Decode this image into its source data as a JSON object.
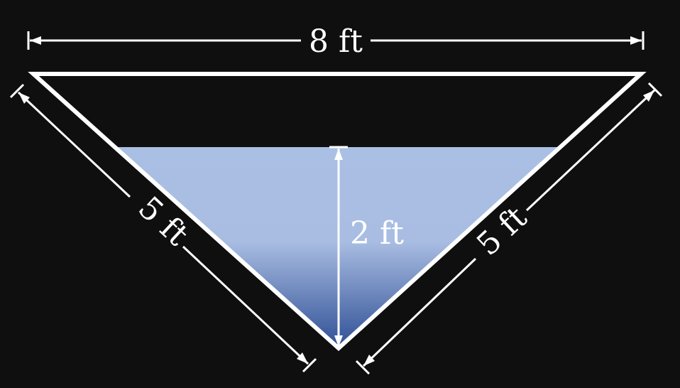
{
  "diagram": {
    "top_width_label": "8 ft",
    "left_side_label": "5 ft",
    "right_side_label": "5 ft",
    "water_depth_label": "2 ft",
    "colors": {
      "background": "#0f0f0f",
      "outline": "#ffffff",
      "water_top": "#aabfe4",
      "water_bottom": "#2f4f95"
    }
  }
}
